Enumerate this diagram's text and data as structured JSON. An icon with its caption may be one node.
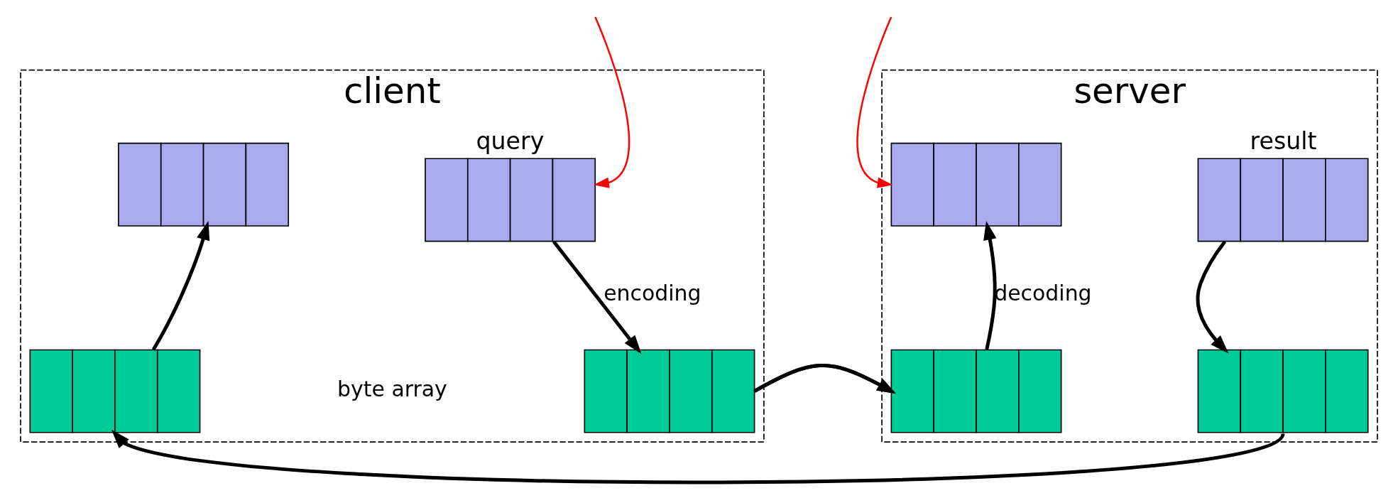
{
  "diagram": {
    "nodes": [
      {
        "text": [
          "client"
        ]
      },
      {
        "text": [],
        "shape": "box",
        "in": 0
      },
      {
        "text": [
          "query"
        ],
        "in": 0
      },
      {
        "text": [],
        "shape": "box",
        "in": 0
      },
      {
        "text": [],
        "shape": "box",
        "in": 0
      },
      {
        "text": [
          "server"
        ]
      },
      {
        "text": [],
        "shape": "box",
        "in": 5
      },
      {
        "text": [
          "result"
        ],
        "in": 5
      },
      {
        "text": [],
        "shape": "box",
        "in": 5
      },
      {
        "text": [],
        "shape": "box",
        "in": 5
      }
    ],
    "edges": [
      {
        "from": 3,
        "to": 1,
        "arrow": "to"
      },
      {
        "from": 2,
        "to": 4,
        "arrow": "to",
        "label": "encoding"
      },
      {
        "from": 4,
        "to": 8,
        "arrow": "to"
      },
      {
        "from": 8,
        "to": 6,
        "arrow": "to",
        "label": "decoding"
      },
      {
        "from": 7,
        "to": 9,
        "arrow": "to"
      },
      {
        "from": 9,
        "to": 3,
        "arrow": "to"
      },
      {
        "from": null,
        "to": 2,
        "arrow": "to",
        "color": "#ff0000"
      },
      {
        "from": null,
        "to": 6,
        "arrow": "to",
        "color": "#ff0000"
      }
    ],
    "labels": [
      "byte array"
    ]
  }
}
